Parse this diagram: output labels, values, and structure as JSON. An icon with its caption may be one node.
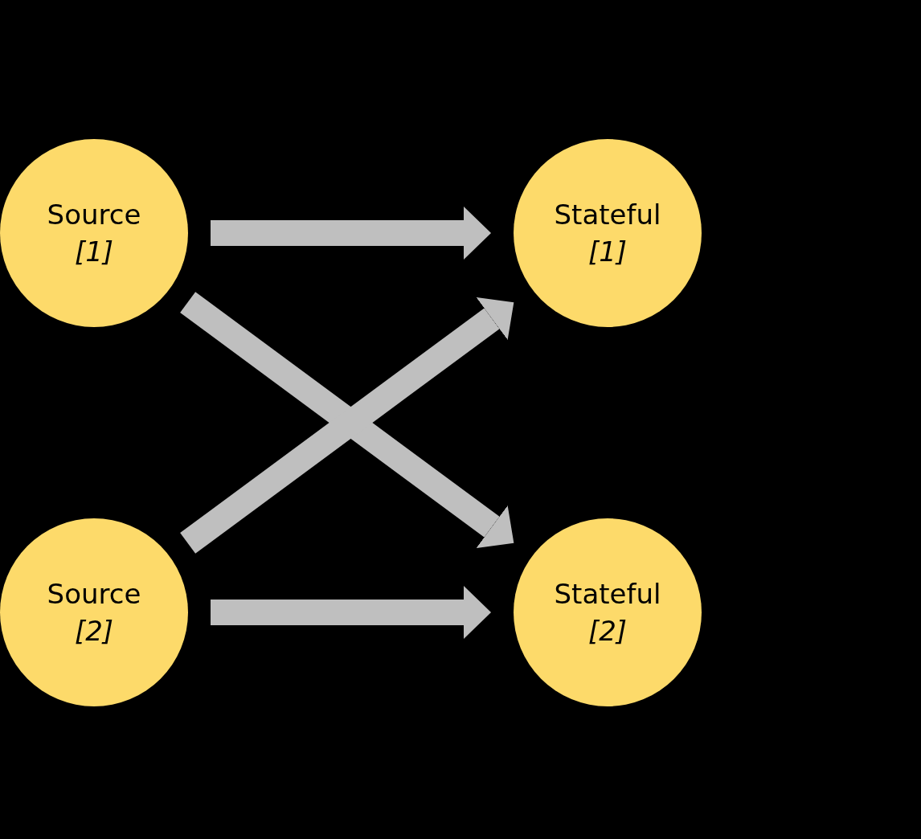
{
  "diagram": {
    "nodes": [
      {
        "text": [
          "Source",
          "[1]"
        ]
      },
      {
        "text": [
          "Stateful",
          "[1]"
        ]
      },
      {
        "text": [
          "Source",
          "[2]"
        ]
      },
      {
        "text": [
          "Stateful",
          "[2]"
        ]
      }
    ],
    "edges": [
      {
        "from": 0,
        "to": 1,
        "arrow": "to"
      },
      {
        "from": 0,
        "to": 3,
        "arrow": "to"
      },
      {
        "from": 2,
        "to": 1,
        "arrow": "to"
      },
      {
        "from": 2,
        "to": 3,
        "arrow": "to"
      }
    ]
  }
}
